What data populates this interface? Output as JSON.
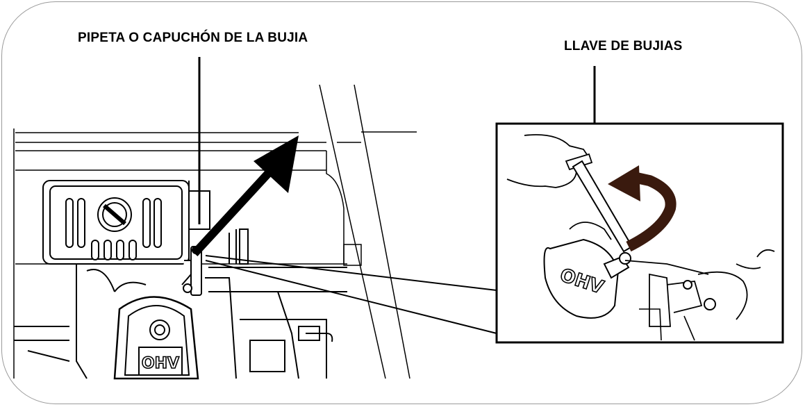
{
  "labels": {
    "spark_plug_cap": "PIPETA O CAPUCHÓN DE LA BUJIA",
    "spark_plug_wrench": "LLAVE DE BUJIAS"
  },
  "engine": {
    "cover_text": "OHV",
    "inset_cover_text": "OHV"
  },
  "colors": {
    "line": "#000000",
    "frame": "#9a9a9a",
    "background": "#ffffff"
  }
}
